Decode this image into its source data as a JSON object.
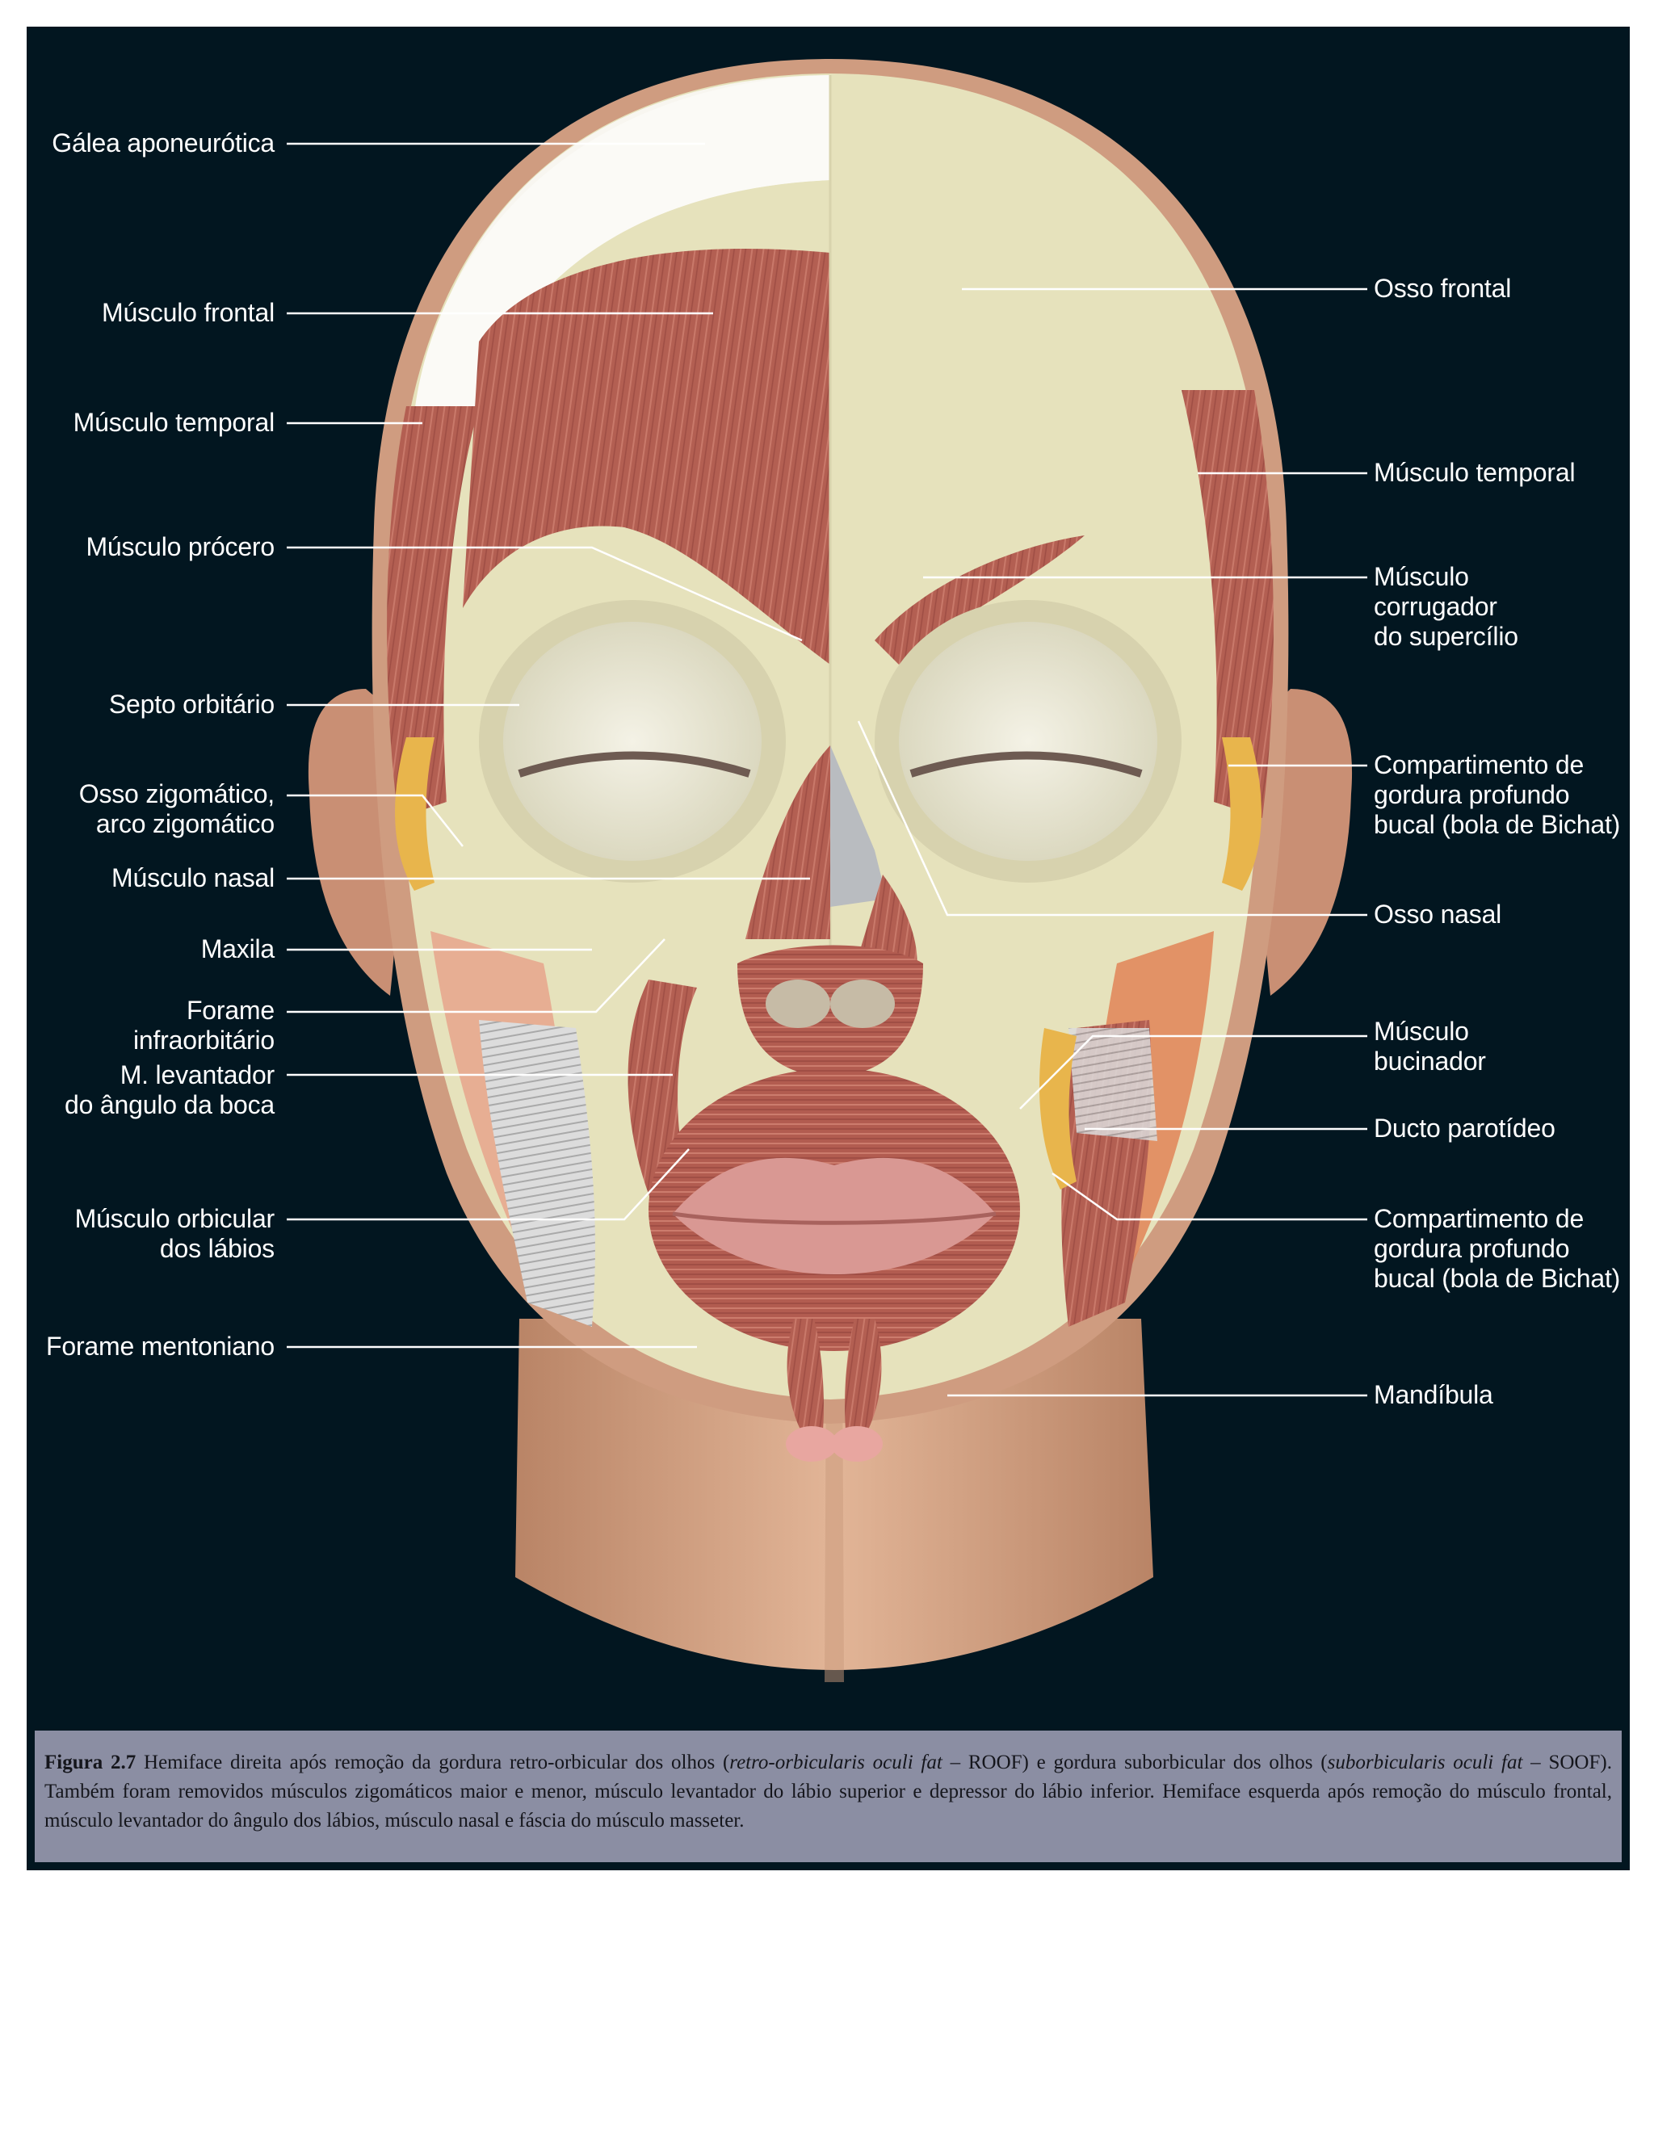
{
  "labels_left": [
    {
      "id": "galea",
      "lines": [
        "Gálea aponeurótica"
      ]
    },
    {
      "id": "frontal-muscle",
      "lines": [
        "Músculo frontal"
      ]
    },
    {
      "id": "temporal-left",
      "lines": [
        "Músculo temporal"
      ]
    },
    {
      "id": "procero",
      "lines": [
        "Músculo prócero"
      ]
    },
    {
      "id": "septo",
      "lines": [
        "Septo orbitário"
      ]
    },
    {
      "id": "zigomatico",
      "lines": [
        "Osso zigomático,",
        "arco zigomático"
      ]
    },
    {
      "id": "nasal-muscle",
      "lines": [
        "Músculo nasal"
      ]
    },
    {
      "id": "maxila",
      "lines": [
        "Maxila"
      ]
    },
    {
      "id": "forame-infra",
      "lines": [
        "Forame",
        "infraorbitário"
      ]
    },
    {
      "id": "levantador",
      "lines": [
        "M. levantador",
        "do ângulo da boca"
      ]
    },
    {
      "id": "orbicular",
      "lines": [
        "Músculo orbicular",
        "dos lábios"
      ]
    },
    {
      "id": "forame-mento",
      "lines": [
        "Forame mentoniano"
      ]
    }
  ],
  "labels_right": [
    {
      "id": "osso-frontal",
      "lines": [
        "Osso frontal"
      ]
    },
    {
      "id": "temporal-right",
      "lines": [
        "Músculo temporal"
      ]
    },
    {
      "id": "corrugador",
      "lines": [
        "Músculo",
        "corrugador",
        "do supercílio"
      ]
    },
    {
      "id": "bichat-upper",
      "lines": [
        "Compartimento de",
        "gordura profundo",
        "bucal (bola de Bichat)"
      ]
    },
    {
      "id": "osso-nasal",
      "lines": [
        "Osso nasal"
      ]
    },
    {
      "id": "bucinador",
      "lines": [
        "Músculo",
        "bucinador"
      ]
    },
    {
      "id": "parotideo",
      "lines": [
        "Ducto parotídeo"
      ]
    },
    {
      "id": "bichat-lower",
      "lines": [
        "Compartimento de",
        "gordura profundo",
        "bucal (bola de Bichat)"
      ]
    },
    {
      "id": "mandibula",
      "lines": [
        "Mandíbula"
      ]
    }
  ],
  "caption": {
    "figure_label": "Figura 2.7",
    "text_1": " Hemiface direita após remoção da gordura retro-orbicular dos olhos (",
    "italic_1": "retro-orbicularis oculi fat",
    "text_2": " – ROOF) e gordura suborbicular dos olhos (",
    "italic_2": "suborbicularis oculi fat",
    "text_3": " – SOOF). Também foram removidos músculos zigomáticos maior e menor, músculo levantador do lábio superior e depressor do lábio inferior. Hemiface esquerda após remoção do músculo frontal, músculo levantador do ângulo dos lábios, músculo nasal e fáscia do músculo masseter."
  },
  "colors": {
    "background": "#021620",
    "muscle": "#b35f52",
    "bone": "#e6e2bc",
    "skin": "#d8a98a",
    "caption_bg": "#8b8ea3"
  }
}
